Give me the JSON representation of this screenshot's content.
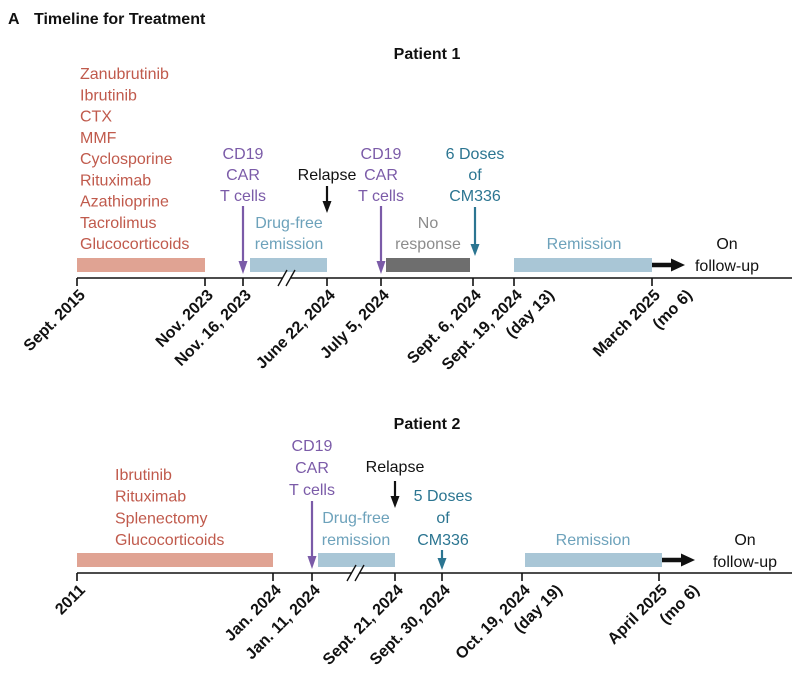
{
  "figure": {
    "panel_letter": "A",
    "title": "Timeline for Treatment"
  },
  "colors": {
    "text": "#111111",
    "prior_therapy_text": "#c05a4c",
    "prior_therapy_bar": "#e0a393",
    "car_t": "#7b5ba8",
    "remission_text": "#6da2bb",
    "remission_bar": "#a9c6d6",
    "no_response_text": "#8c8c8c",
    "no_response_bar": "#6e6e6e",
    "cm336": "#2b7591"
  },
  "patients": [
    {
      "label": "Patient 1",
      "prior_therapies": [
        "Zanubrutinib",
        "Ibrutinib",
        "CTX",
        "MMF",
        "Cyclosporine",
        "Rituximab",
        "Azathioprine",
        "Tacrolimus",
        "Glucocorticoids"
      ],
      "car_t_infusions": [
        [
          "CD19",
          "CAR",
          "T cells"
        ],
        [
          "CD19",
          "CAR",
          "T cells"
        ]
      ],
      "drug_free_remission": [
        "Drug-free",
        "remission"
      ],
      "relapse": "Relapse",
      "no_response": [
        "No",
        "response"
      ],
      "cm336": [
        "6 Doses",
        "of",
        "CM336"
      ],
      "remission": "Remission",
      "follow_up": [
        "On",
        "follow-up"
      ],
      "dates": [
        {
          "date": "Sept. 2015"
        },
        {
          "date": "Nov. 2023"
        },
        {
          "date": "Nov. 16, 2023"
        },
        {
          "date": "June 22, 2024"
        },
        {
          "date": "July 5, 2024"
        },
        {
          "date": "Sept. 6, 2024"
        },
        {
          "date": "Sept. 19, 2024",
          "note": "(day 13)"
        },
        {
          "date": "March 2025",
          "note": "(mo 6)"
        }
      ]
    },
    {
      "label": "Patient 2",
      "prior_therapies": [
        "Ibrutinib",
        "Rituximab",
        "Splenectomy",
        "Glucocorticoids"
      ],
      "car_t_infusions": [
        [
          "CD19",
          "CAR",
          "T cells"
        ]
      ],
      "drug_free_remission": [
        "Drug-free",
        "remission"
      ],
      "relapse": "Relapse",
      "cm336": [
        "5 Doses",
        "of",
        "CM336"
      ],
      "remission": "Remission",
      "follow_up": [
        "On",
        "follow-up"
      ],
      "dates": [
        {
          "date": "2011"
        },
        {
          "date": "Jan. 2024"
        },
        {
          "date": "Jan. 11, 2024"
        },
        {
          "date": "Sept. 21, 2024"
        },
        {
          "date": "Sept. 30, 2024"
        },
        {
          "date": "Oct. 19, 2024",
          "note": "(day 19)"
        },
        {
          "date": "April 2025",
          "note": "(mo 6)"
        }
      ]
    }
  ]
}
